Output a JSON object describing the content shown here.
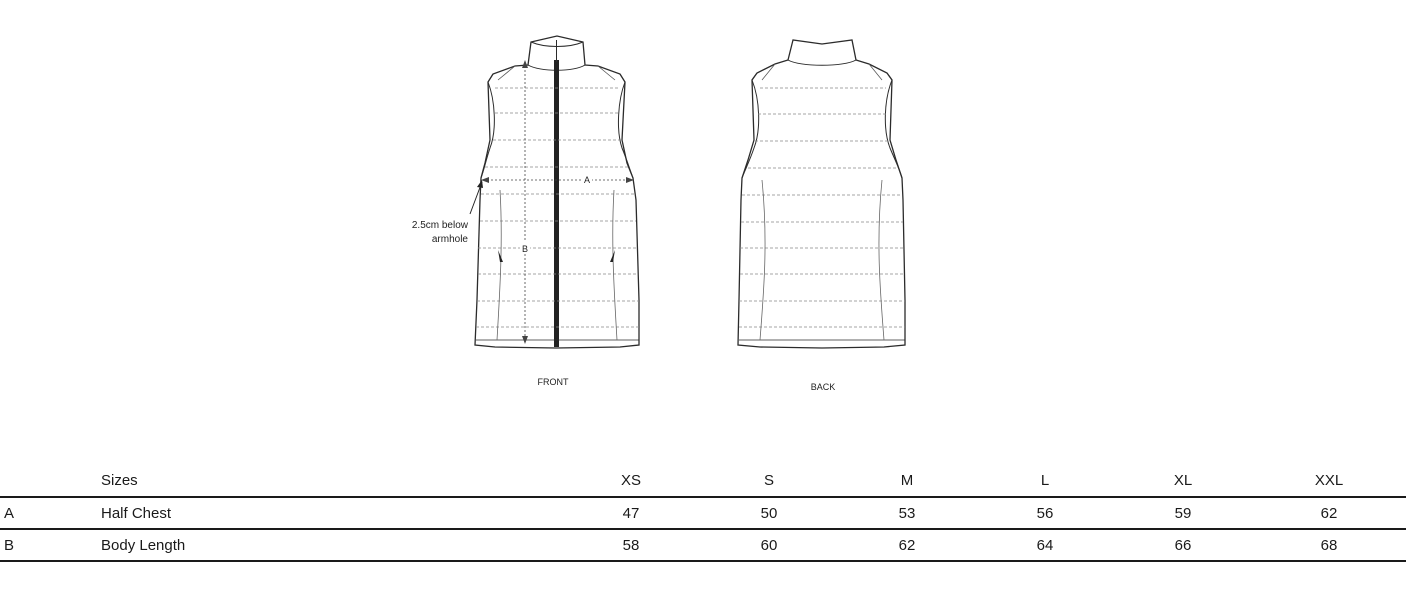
{
  "illustration": {
    "front_label": "FRONT",
    "back_label": "BACK",
    "annotation_line1": "2.5cm below",
    "annotation_line2": "armhole",
    "marker_a": "A",
    "marker_b": "B"
  },
  "table": {
    "header": {
      "key": "",
      "name": "Sizes",
      "sizes": [
        "XS",
        "S",
        "M",
        "L",
        "XL",
        "XXL"
      ]
    },
    "rows": [
      {
        "key": "A",
        "name": "Half Chest",
        "values": [
          "47",
          "50",
          "53",
          "56",
          "59",
          "62"
        ]
      },
      {
        "key": "B",
        "name": "Body Length",
        "values": [
          "58",
          "60",
          "62",
          "64",
          "66",
          "68"
        ]
      }
    ]
  }
}
